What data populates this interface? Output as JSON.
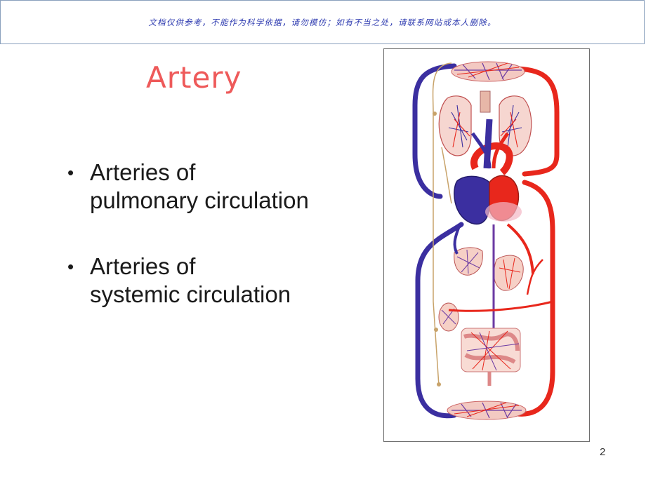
{
  "banner": {
    "text": "文档仅供参考，不能作为科学依据，请勿模仿；如有不当之处，请联系网站或本人删除。"
  },
  "slide": {
    "title": "Artery",
    "bullets": [
      {
        "line1": "Arteries of",
        "line2": "pulmonary circulation"
      },
      {
        "line1": "Arteries of",
        "line2": "systemic circulation"
      }
    ],
    "page_number": "2"
  },
  "colors": {
    "title": "#ee5a5a",
    "artery": "#e8271c",
    "vein": "#3b2fa0",
    "banner_text": "#2e3bb0"
  },
  "figure": {
    "subject": "circulatory-system-diagram"
  }
}
